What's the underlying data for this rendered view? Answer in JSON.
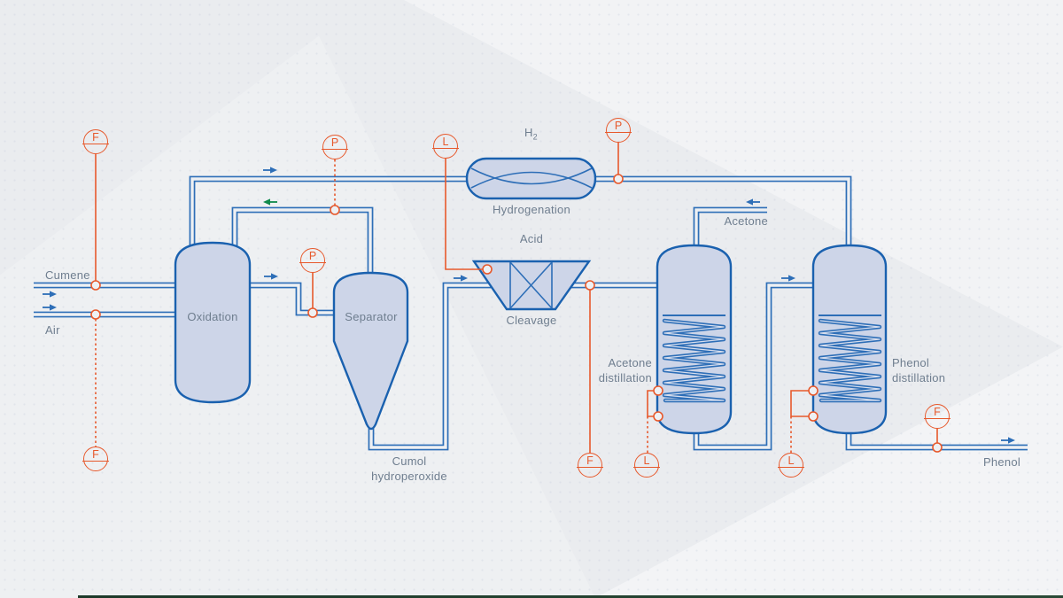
{
  "streams": {
    "cumene": "Cumene",
    "air": "Air",
    "acid": "Acid",
    "h2_base": "H",
    "h2_sub": "2",
    "acetone": "Acetone",
    "phenol": "Phenol",
    "cumol_line1": "Cumol",
    "cumol_line2": "hydroperoxide"
  },
  "units": {
    "oxidation": "Oxidation",
    "separator": "Separator",
    "hydrogenation": "Hydrogenation",
    "cleavage": "Cleavage",
    "acetone_dist_line1": "Acetone",
    "acetone_dist_line2": "distillation",
    "phenol_dist_line1": "Phenol",
    "phenol_dist_line2": "distillation"
  },
  "instruments": [
    {
      "id": "flow-cumene",
      "label": "F"
    },
    {
      "id": "flow-air",
      "label": "F"
    },
    {
      "id": "pressure-recycle",
      "label": "P"
    },
    {
      "id": "pressure-separator-feed",
      "label": "P"
    },
    {
      "id": "level-cleavage",
      "label": "L"
    },
    {
      "id": "pressure-hydrogenation",
      "label": "P"
    },
    {
      "id": "flow-cleavage-outlet",
      "label": "F"
    },
    {
      "id": "level-acetone-column",
      "label": "L"
    },
    {
      "id": "level-phenol-column",
      "label": "L"
    },
    {
      "id": "flow-phenol-product",
      "label": "F"
    }
  ],
  "colors": {
    "pipe_blue": "#2d6eb7",
    "vessel_stroke": "#1a61af",
    "vessel_fill": "#cdd5e8",
    "instrument_red": "#e7592c",
    "arrow_green": "#0f8a4c",
    "label_gray": "#6f7e8f",
    "background": "#eaecef"
  }
}
